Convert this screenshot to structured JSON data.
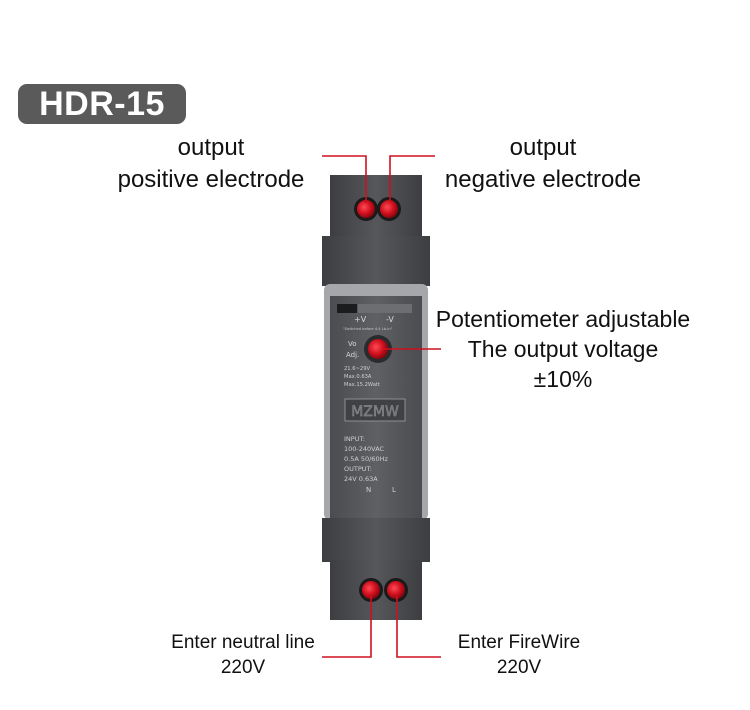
{
  "badge": {
    "model": "HDR-15"
  },
  "callouts": {
    "positive": {
      "line1": "output",
      "line2": "positive electrode"
    },
    "negative": {
      "line1": "output",
      "line2": "negative electrode"
    },
    "potentiometer": {
      "line1": "Potentiometer adjustable",
      "line2": "The output voltage",
      "line3": "±10%"
    },
    "neutral": {
      "line1": "Enter neutral line",
      "line2": "220V"
    },
    "fire": {
      "line1": "Enter FireWire",
      "line2": "220V"
    }
  },
  "panel": {
    "plus_v": "+V",
    "minus_v": "-V",
    "polarity_note": "\"Switched before 4.4 Lb-in\"",
    "vo": "Vo",
    "adj": "Adj.",
    "range": "21.6~29V",
    "max_current": "Max.0.63A",
    "max_power": "Max.15.2Watt",
    "brand": "MZMW",
    "input_title": "INPUT:",
    "input_voltage": "100-240VAC",
    "input_current": "0.5A  50/60Hz",
    "output_title": "OUTPUT:",
    "output_rating": "24V     0.63A",
    "n_mark": "N",
    "l_mark": "L"
  },
  "colors": {
    "accent_red": "#d0101e",
    "housing": "#4b4d50",
    "badge_bg": "#5a5a5a"
  }
}
